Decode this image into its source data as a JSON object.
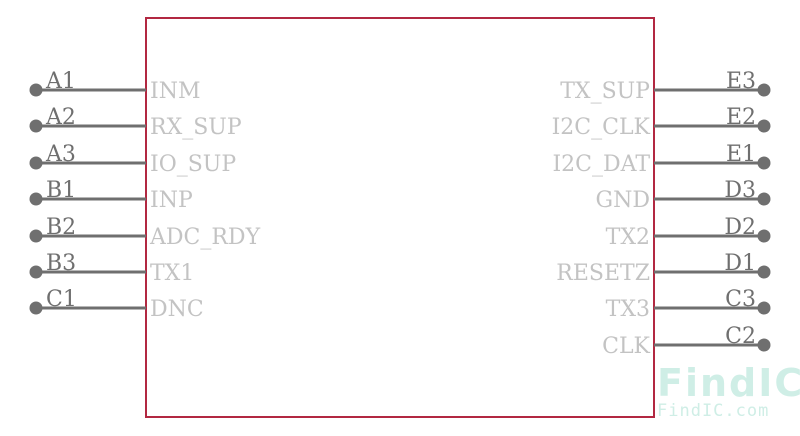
{
  "component": {
    "body_color": "#b22841",
    "pin_color": "#6f6f6f",
    "pin_name_color": "#c3c3c3",
    "left_pins": [
      {
        "number": "A1",
        "name": "INM"
      },
      {
        "number": "A2",
        "name": "RX_SUP"
      },
      {
        "number": "A3",
        "name": "IO_SUP"
      },
      {
        "number": "B1",
        "name": "INP"
      },
      {
        "number": "B2",
        "name": "ADC_RDY"
      },
      {
        "number": "B3",
        "name": "TX1"
      },
      {
        "number": "C1",
        "name": "DNC"
      }
    ],
    "right_pins": [
      {
        "number": "E3",
        "name": "TX_SUP"
      },
      {
        "number": "E2",
        "name": "I2C_CLK"
      },
      {
        "number": "E1",
        "name": "I2C_DAT"
      },
      {
        "number": "D3",
        "name": "GND"
      },
      {
        "number": "D2",
        "name": "TX2"
      },
      {
        "number": "D1",
        "name": "RESETZ"
      },
      {
        "number": "C3",
        "name": "TX3"
      },
      {
        "number": "C2",
        "name": "CLK"
      }
    ]
  },
  "watermark": {
    "logo_text": "FindIC",
    "url_text": "FindIC.com",
    "color": "#cfeee6"
  }
}
